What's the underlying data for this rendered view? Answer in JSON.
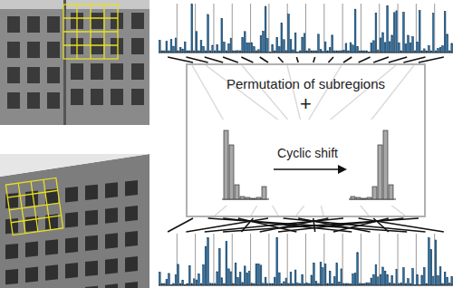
{
  "diagram": {
    "nodes": [
      {
        "text": [
          "Permutation of subregions",
          "+",
          "Cyclic shift"
        ]
      }
    ]
  }
}
